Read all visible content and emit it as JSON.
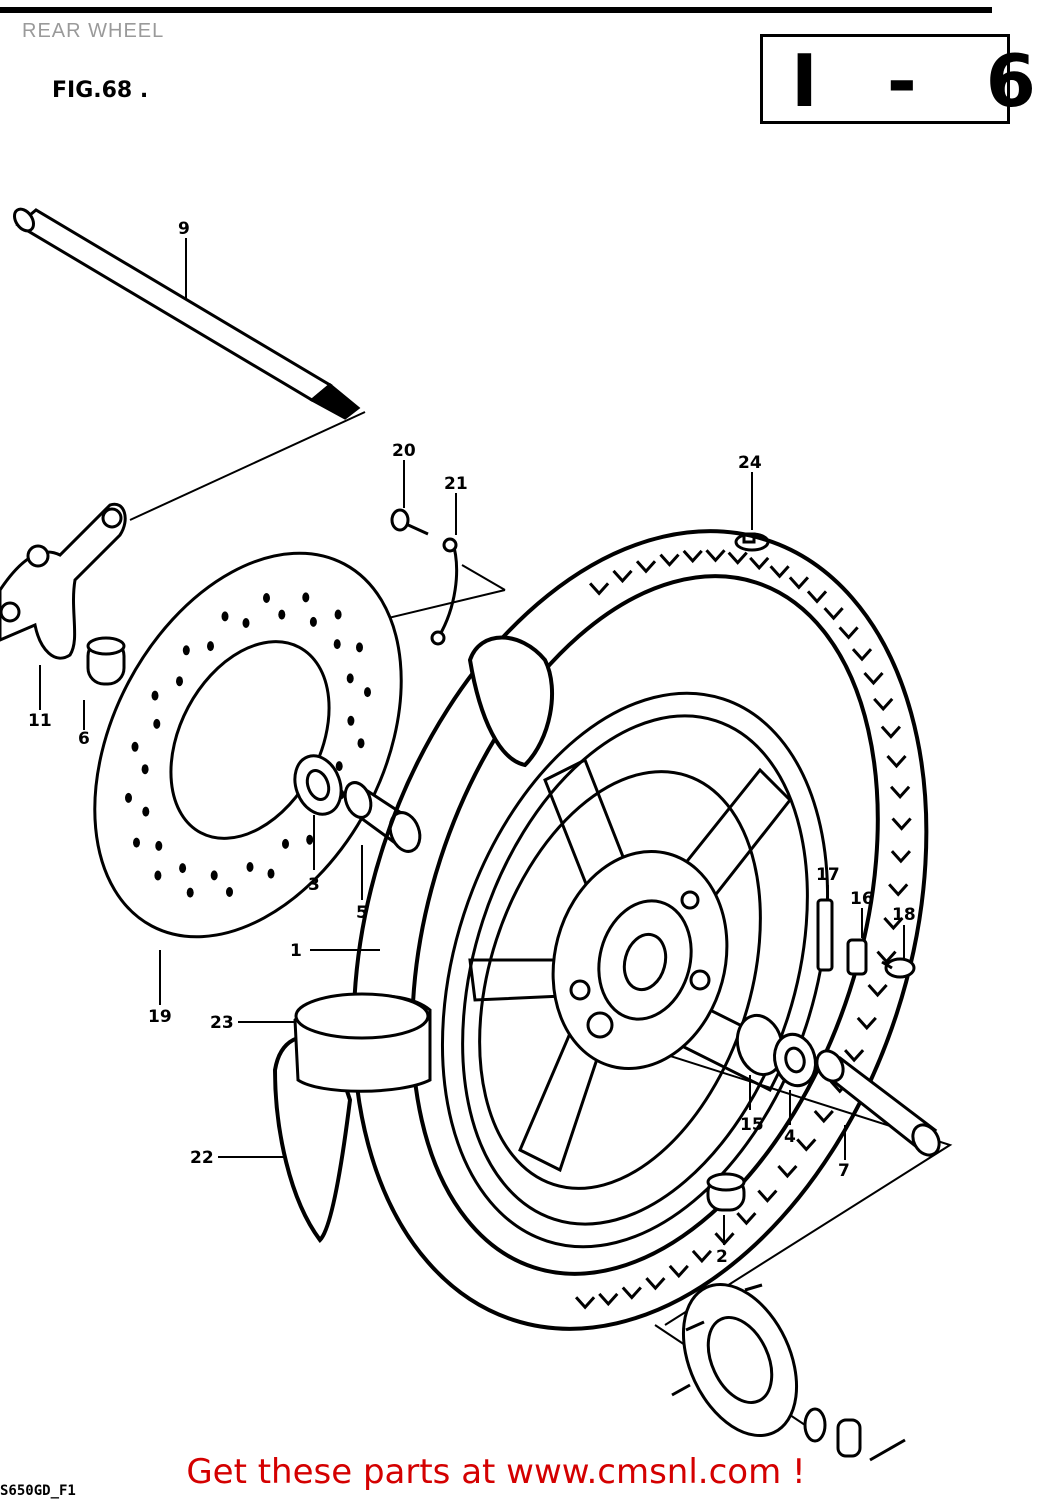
{
  "header": {
    "section": "REAR WHEEL"
  },
  "figure": {
    "label": "FIG.68 .",
    "page_code": "I - 6"
  },
  "corner_code": "S650GD_F1",
  "footer": {
    "link_text": "Get these parts at www.cmsnl.com !"
  },
  "callouts": {
    "c1": "1",
    "c2": "2",
    "c3": "3",
    "c4": "4",
    "c5": "5",
    "c6": "6",
    "c7": "7",
    "c9": "9",
    "c11": "11",
    "c15": "15",
    "c16": "16",
    "c17": "17",
    "c18": "18",
    "c19": "19",
    "c20": "20",
    "c21": "21",
    "c22": "22",
    "c23": "23",
    "c24": "24"
  }
}
